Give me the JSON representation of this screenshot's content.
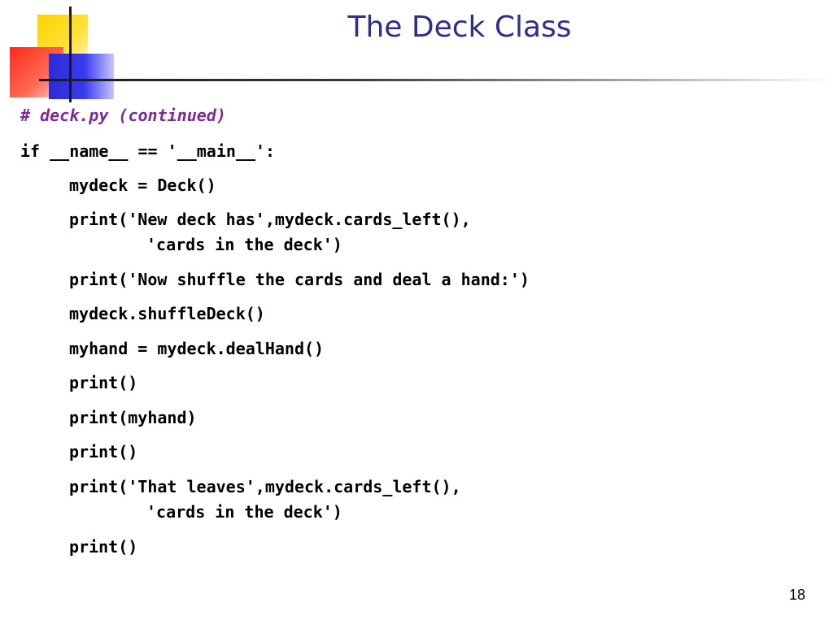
{
  "slide": {
    "title": "The Deck Class",
    "page_number": "18"
  },
  "code": {
    "lines": [
      "# deck.py (continued)",
      "if __name__ == '__main__':",
      "mydeck = Deck()",
      "print('New deck has',mydeck.cards_left(),",
      "'cards in the deck')",
      "print('Now shuffle the cards and deal a hand:')",
      "mydeck.shuffleDeck()",
      "myhand = mydeck.dealHand()",
      "print()",
      "print(myhand)",
      "print()",
      "print('That leaves',mydeck.cards_left(),",
      "'cards in the deck')",
      "print()"
    ]
  },
  "colors": {
    "title": "#2e2e8c",
    "comment": "#7a2b9a"
  }
}
